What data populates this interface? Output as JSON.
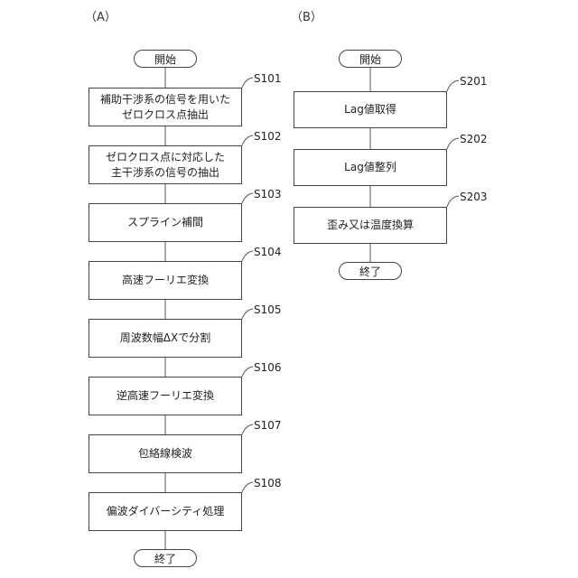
{
  "panels": {
    "a": {
      "label": "（A）",
      "start": "開始",
      "end": "終了",
      "steps": [
        {
          "id": "S101",
          "text": "補助干渉系の信号を用いた\nゼロクロス点抽出"
        },
        {
          "id": "S102",
          "text": "ゼロクロス点に対応した\n主干渉系の信号の抽出"
        },
        {
          "id": "S103",
          "text": "スプライン補間"
        },
        {
          "id": "S104",
          "text": "高速フーリエ変換"
        },
        {
          "id": "S105",
          "text": "周波数幅ΔXで分割"
        },
        {
          "id": "S106",
          "text": "逆高速フーリエ変換"
        },
        {
          "id": "S107",
          "text": "包絡線検波"
        },
        {
          "id": "S108",
          "text": "偏波ダイバーシティ処理"
        }
      ]
    },
    "b": {
      "label": "（B）",
      "start": "開始",
      "end": "終了",
      "steps": [
        {
          "id": "S201",
          "text": "Lag値取得"
        },
        {
          "id": "S202",
          "text": "Lag値整列"
        },
        {
          "id": "S203",
          "text": "歪み又は温度換算"
        }
      ]
    }
  }
}
